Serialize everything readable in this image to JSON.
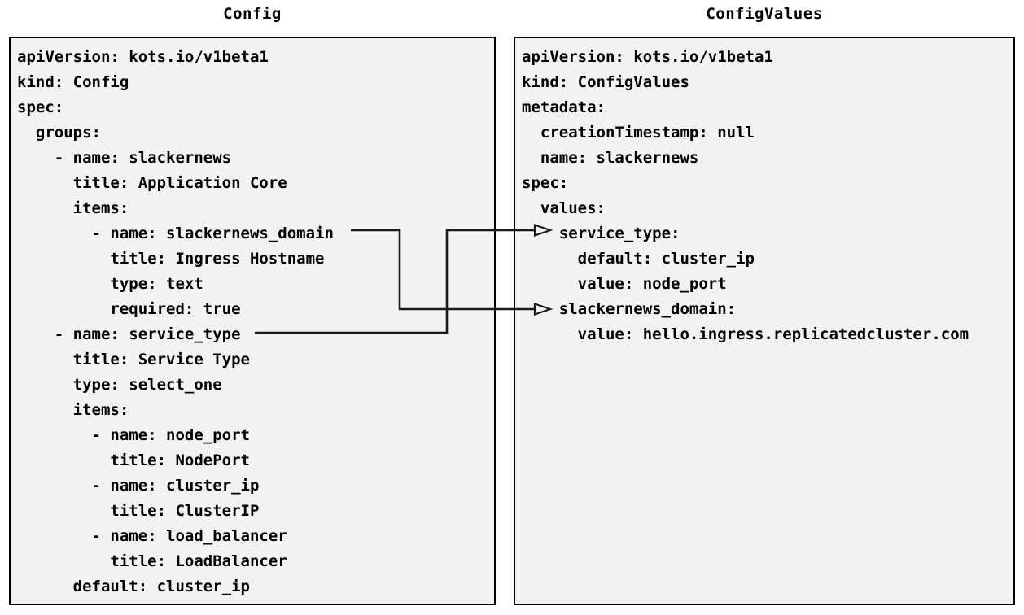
{
  "diagram": {
    "title_left": "Config",
    "title_right": "ConfigValues",
    "panel_bg": "#f2f2f2",
    "panel_border": "#000000",
    "text_color": "#000000",
    "connector_color": "#1a1a1a"
  },
  "config_panel": {
    "title": "Config",
    "lines": [
      "apiVersion: kots.io/v1beta1",
      "kind: Config",
      "spec:",
      "  groups:",
      "    - name: slackernews",
      "      title: Application Core",
      "      items:",
      "        - name: slackernews_domain",
      "          title: Ingress Hostname",
      "          type: text",
      "          required: true",
      "    - name: service_type",
      "      title: Service Type",
      "      type: select_one",
      "      items:",
      "        - name: node_port",
      "          title: NodePort",
      "        - name: cluster_ip",
      "          title: ClusterIP",
      "        - name: load_balancer",
      "          title: LoadBalancer",
      "      default: cluster_ip"
    ]
  },
  "configvalues_panel": {
    "title": "ConfigValues",
    "lines": [
      "apiVersion: kots.io/v1beta1",
      "kind: ConfigValues",
      "metadata:",
      "  creationTimestamp: null",
      "  name: slackernews",
      "spec:",
      "  values:",
      "    service_type:",
      "      default: cluster_ip",
      "      value: node_port",
      "    slackernews_domain:",
      "      value: hello.ingress.replicatedcluster.com"
    ]
  },
  "connectors": [
    {
      "id": "slackernews-domain-link",
      "from_label": "- name: slackernews_domain",
      "to_label": "slackernews_domain:",
      "description": "slackernews_domain in Config maps to slackernews_domain in ConfigValues"
    },
    {
      "id": "service-type-link",
      "from_label": "- name: service_type",
      "to_label": "service_type:",
      "description": "service_type in Config maps to service_type in ConfigValues"
    }
  ]
}
